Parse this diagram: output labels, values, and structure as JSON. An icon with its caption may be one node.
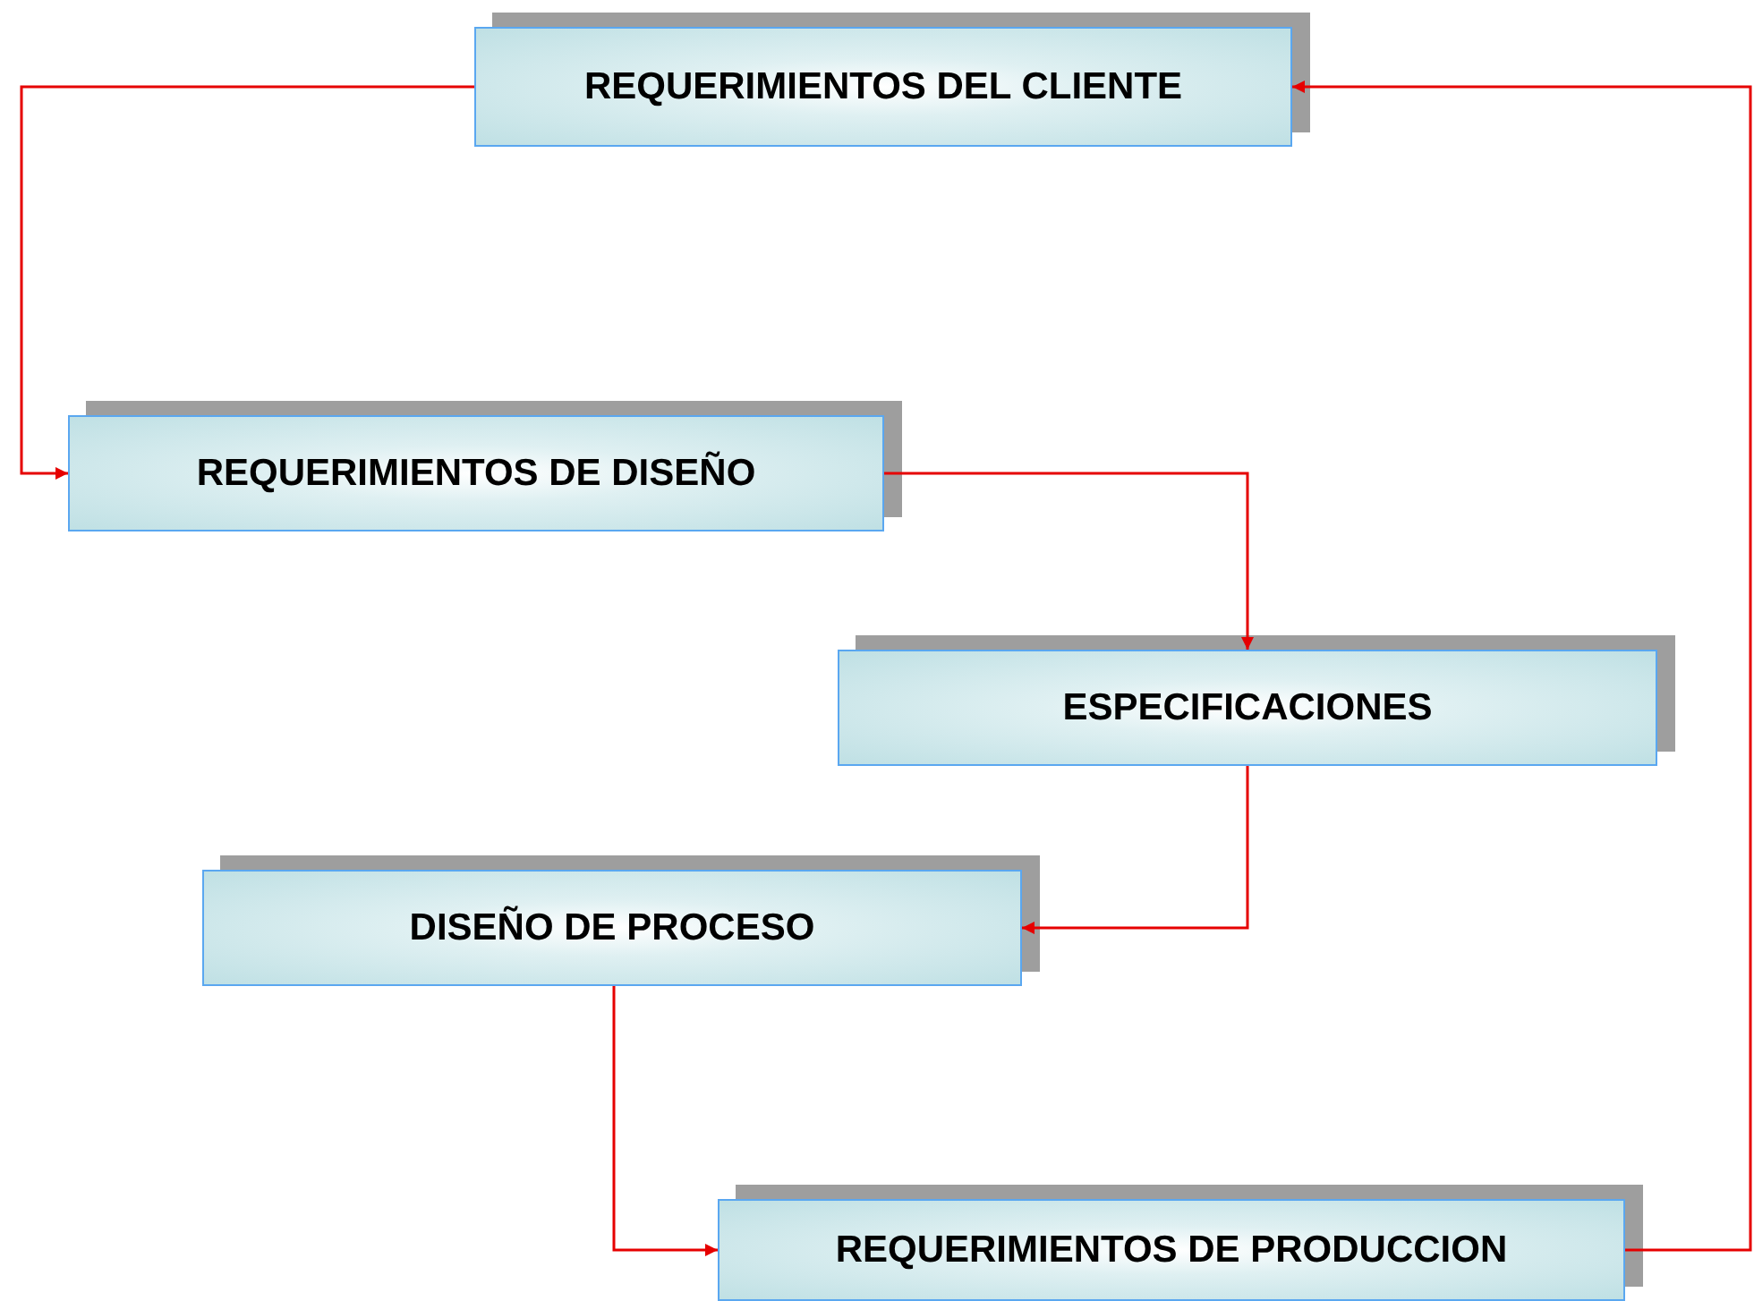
{
  "diagram": {
    "nodes": [
      {
        "text": [
          "REQUERIMIENTOS DEL CLIENTE"
        ]
      },
      {
        "text": [
          "REQUERIMIENTOS DE DISEÑO"
        ]
      },
      {
        "text": [
          "ESPECIFICACIONES"
        ]
      },
      {
        "text": [
          "DISEÑO DE PROCESO"
        ]
      },
      {
        "text": [
          "REQUERIMIENTOS DE PRODUCCION"
        ]
      }
    ],
    "edges": [
      {
        "from": 0,
        "to": 1,
        "arrow": "to"
      },
      {
        "from": 1,
        "to": 2,
        "arrow": "to"
      },
      {
        "from": 2,
        "to": 3,
        "arrow": "to"
      },
      {
        "from": 3,
        "to": 4,
        "arrow": "to"
      },
      {
        "from": 4,
        "to": 0,
        "arrow": "to"
      }
    ]
  }
}
